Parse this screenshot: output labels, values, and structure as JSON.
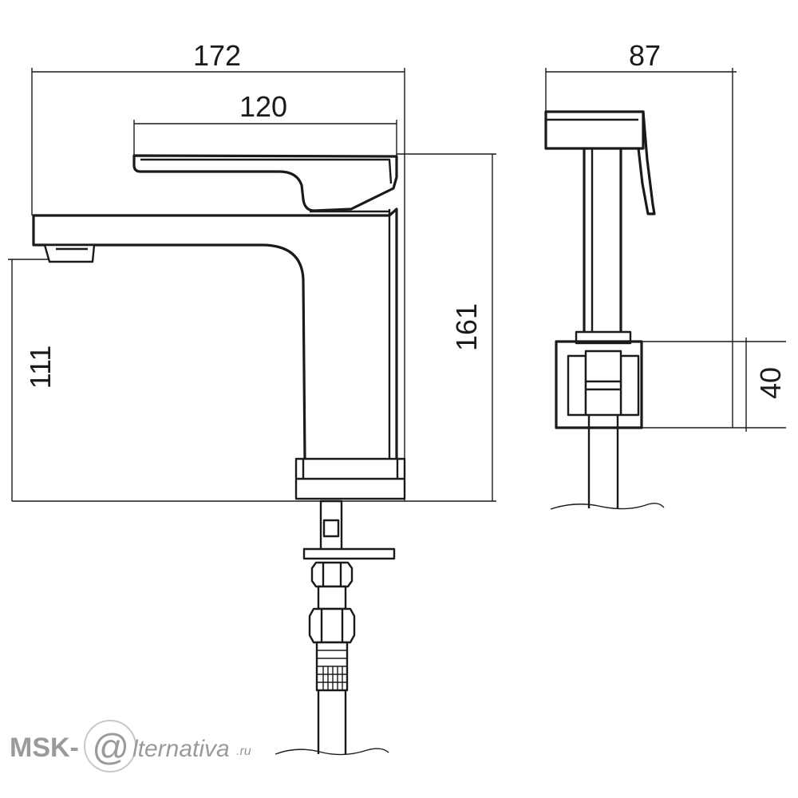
{
  "dimensions": {
    "overall_width": "172",
    "lever_length": "120",
    "total_height": "161",
    "spout_height": "111",
    "side_depth": "87",
    "base_height": "40"
  },
  "watermark": {
    "prefix": "MSK-",
    "at_symbol": "@",
    "suffix": "lternativa",
    "domain": ".ru"
  },
  "colors": {
    "line": "#1a1a1a",
    "watermark": "#9a9a9a"
  }
}
